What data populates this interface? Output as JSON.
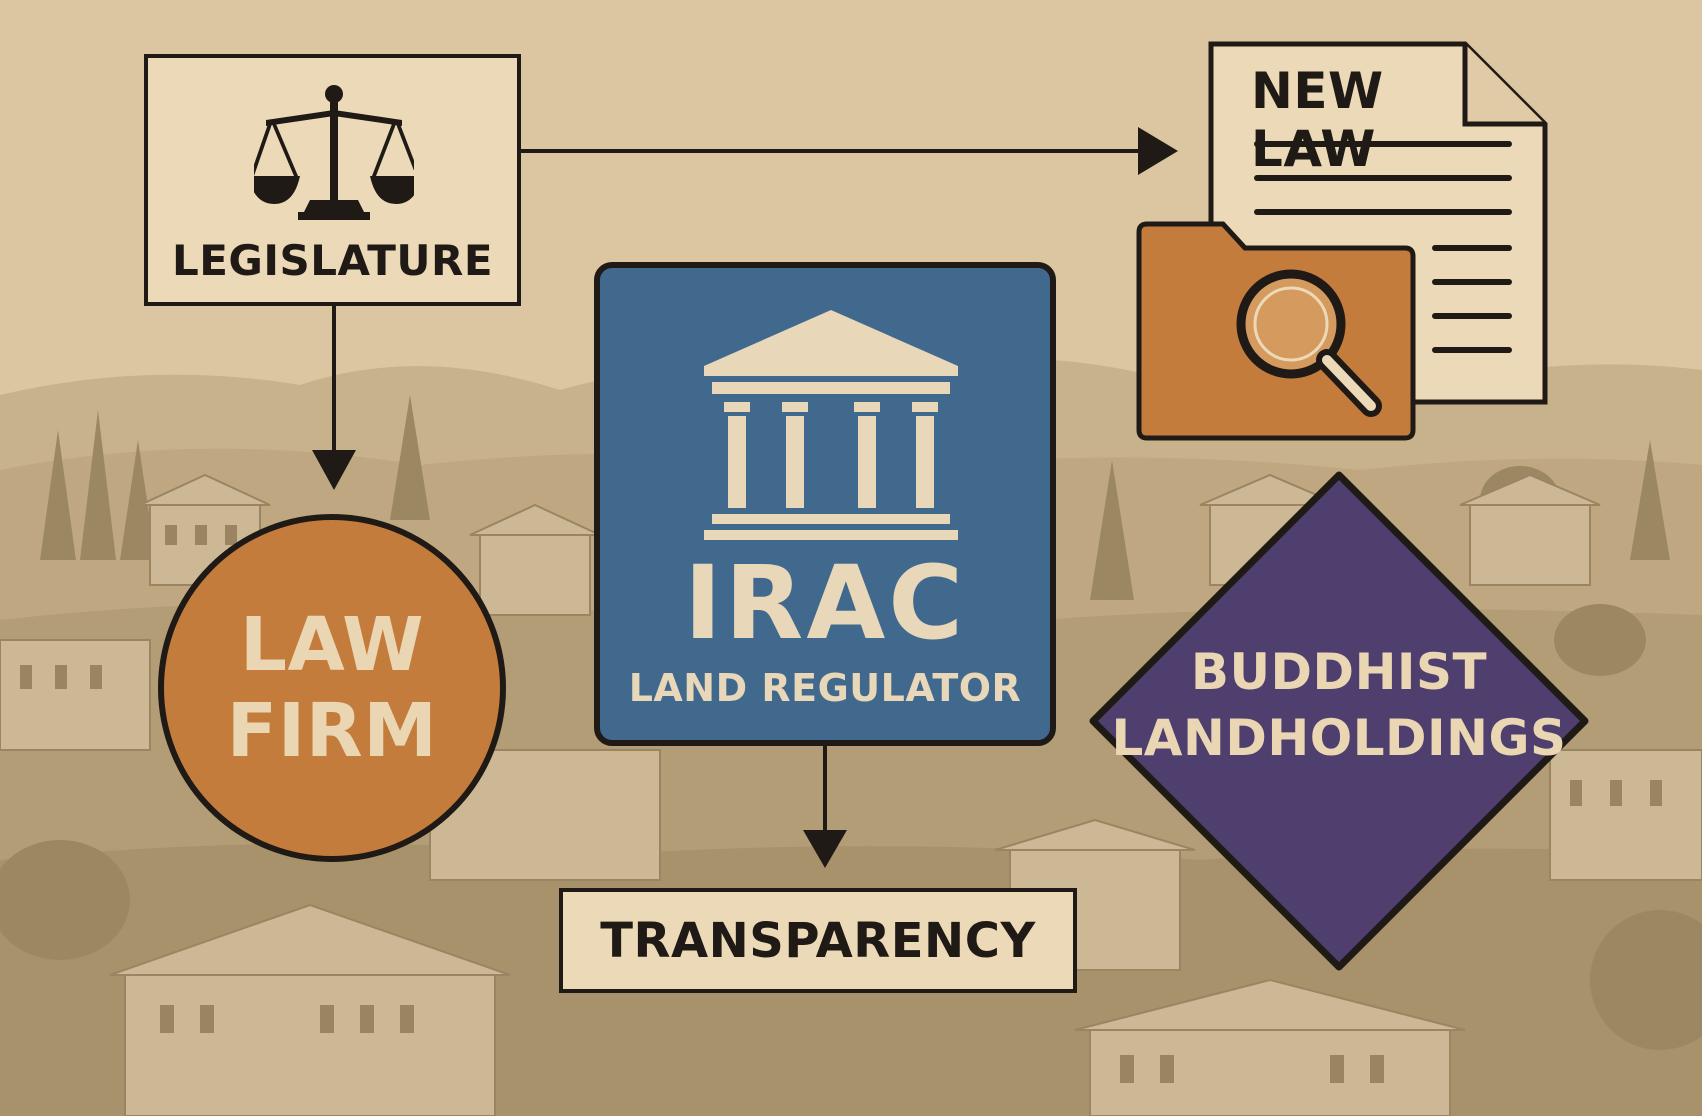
{
  "nodes": {
    "legislature": {
      "label": "LEGISLATURE",
      "icon": "scales-of-justice-icon"
    },
    "new_law": {
      "label": "NEW LAW",
      "icon": "document-folder-magnifier-icon"
    },
    "law_firm": {
      "line1": "LAW",
      "line2": "FIRM"
    },
    "irac": {
      "title": "IRAC",
      "subtitle": "LAND REGULATOR",
      "icon": "courthouse-icon"
    },
    "buddhist_landholdings": {
      "line1": "BUDDHIST",
      "line2": "LANDHOLDINGS"
    },
    "transparency": {
      "label": "TRANSPARENCY"
    }
  },
  "edges": [
    {
      "from": "legislature",
      "to": "new_law"
    },
    {
      "from": "legislature",
      "to": "law_firm"
    },
    {
      "from": "irac",
      "to": "transparency"
    }
  ],
  "colors": {
    "background": "#d9c3a0",
    "ink": "#1f1a15",
    "paper": "#ecd9b7",
    "orange": "#c47c3c",
    "blue": "#41698e",
    "purple": "#4e3f6e",
    "cream_text": "#ead6b2"
  }
}
